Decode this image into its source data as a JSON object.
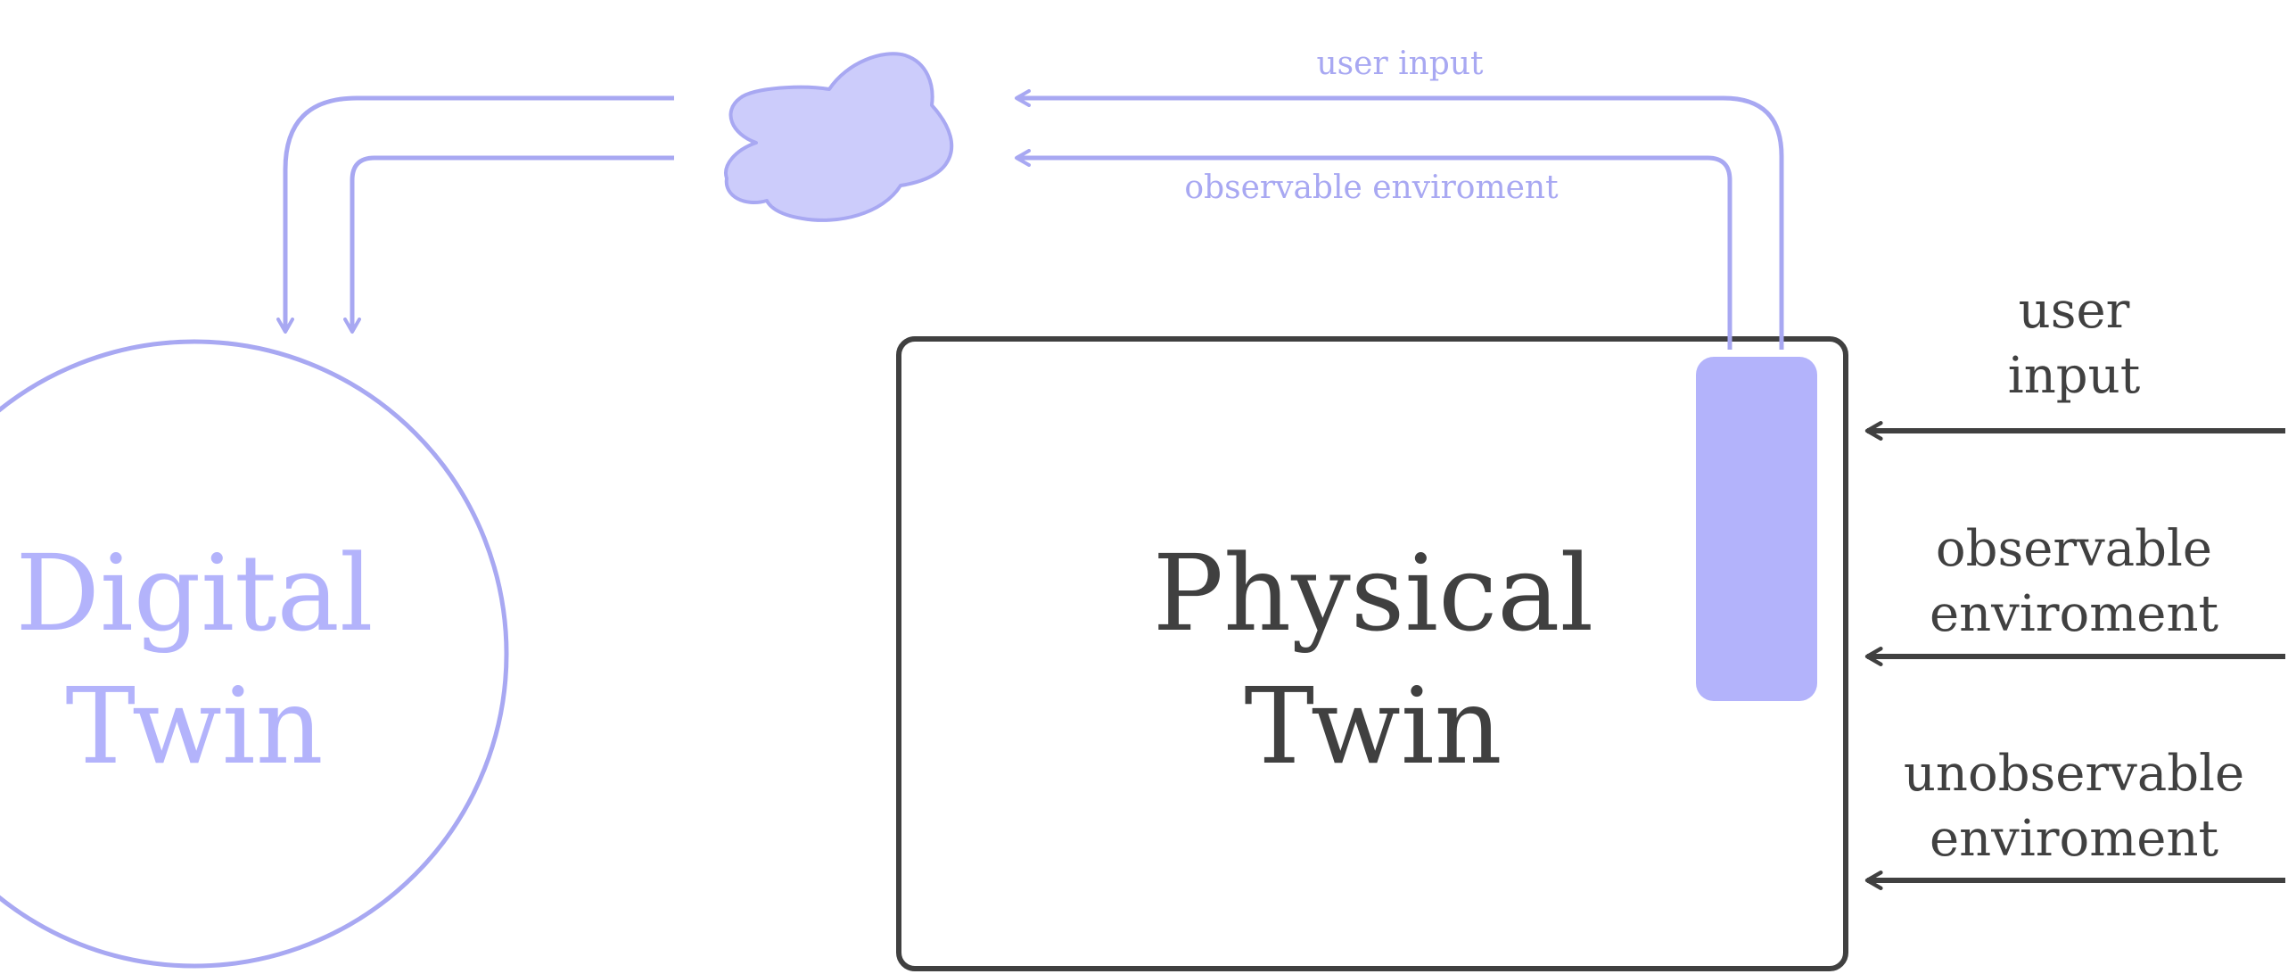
{
  "colors": {
    "digital": "#a8a8f2",
    "digital_fill": "#b3b3fb",
    "cloud_fill": "#ccccfb",
    "physical": "#404040"
  },
  "digital_twin": {
    "line1": "Digital",
    "line2": "Twin"
  },
  "physical_twin": {
    "line1": "Physical",
    "line2": "Twin"
  },
  "cloud_links": {
    "top_label": "user input",
    "bottom_label": "observable enviroment"
  },
  "external_inputs": [
    {
      "line1": "user",
      "line2": "input"
    },
    {
      "line1": "observable",
      "line2": "enviroment"
    },
    {
      "line1": "unobservable",
      "line2": "enviroment"
    }
  ]
}
